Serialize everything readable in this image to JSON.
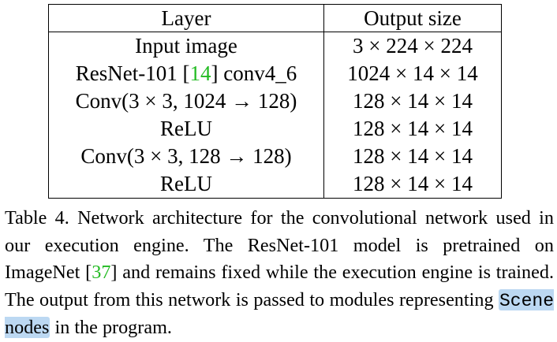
{
  "table": {
    "headers": {
      "layer": "Layer",
      "output_size": "Output size"
    },
    "rows": [
      {
        "layer": "Input image",
        "output": "3 × 224 × 224"
      },
      {
        "layer_prefix": "ResNet-101 [",
        "layer_cite": "14",
        "layer_suffix": "] conv4_6",
        "output": "1024 × 14 × 14"
      },
      {
        "layer": "Conv(3 × 3, 1024 → 128)",
        "output": "128 × 14 × 14"
      },
      {
        "layer": "ReLU",
        "output": "128 × 14 × 14"
      },
      {
        "layer": "Conv(3 × 3, 128 → 128)",
        "output": "128 × 14 × 14"
      },
      {
        "layer": "ReLU",
        "output": "128 × 14 × 14"
      }
    ]
  },
  "caption": {
    "part1": "Table 4.  Network architecture for the convolutional network used in our execution engine. The ResNet-101 model is pretrained on ImageNet [",
    "cite": "37",
    "part2": "] and remains fixed while the execution engine is trained. The output from this network is passed to modules representing ",
    "code": "Scene",
    "code_suffix": " nodes",
    "part3": " in the program."
  },
  "colors": {
    "citation": "#22bb22",
    "highlight": "#bcd8f2"
  }
}
